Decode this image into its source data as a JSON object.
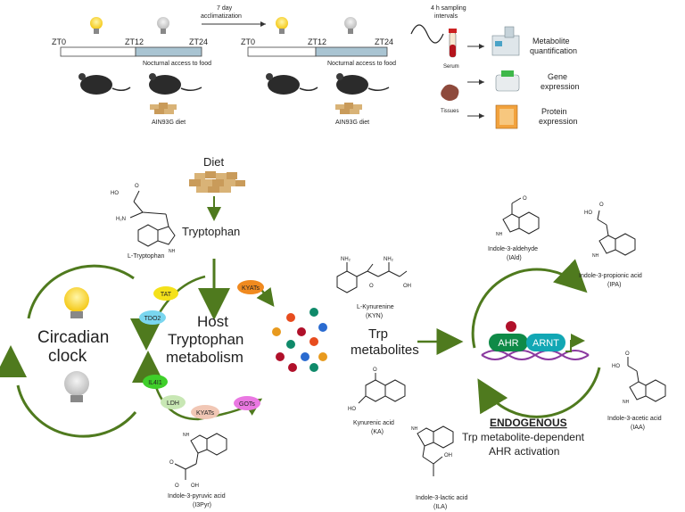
{
  "timeline": {
    "zt0": "ZT0",
    "zt12": "ZT12",
    "zt24": "ZT24",
    "nocturnal": "Nocturnal access to food",
    "diet": "AIN93G diet",
    "acclim_line1": "7 day",
    "acclim_line2": "acclimatization",
    "sampling_line1": "4 h sampling",
    "sampling_line2": "intervals",
    "serum": "Serum",
    "tissues": "Tissues",
    "out1_line1": "Metabolite",
    "out1_line2": "quantification",
    "out2_line1": "Gene",
    "out2_line2": "expression",
    "out3_line1": "Protein",
    "out3_line2": "expression"
  },
  "pathway": {
    "diet": "Diet",
    "tryptophan": "Tryptophan",
    "ltrp": "L-Tryptophan",
    "circadian_line1": "Circadian",
    "circadian_line2": "clock",
    "host_line1": "Host",
    "host_line2": "Tryptophan",
    "host_line3": "metabolism",
    "tat": "TAT",
    "tdo2": "TDO2",
    "il4i1": "IL4I1",
    "ldh": "LDH",
    "kyats": "KYATs",
    "gots": "GOTs",
    "kyats_top": "KYATs",
    "i3pyr_name": "Indole-3-pyruvic acid",
    "i3pyr_abbr": "(I3Pyr)",
    "kyn_name": "L-Kynurenine",
    "kyn_abbr": "(KYN)",
    "trp_met_line1": "Trp",
    "trp_met_line2": "metabolites",
    "ka_name": "Kynurenic acid",
    "ka_abbr": "(KA)",
    "ila_name": "Indole-3-lactic acid",
    "ila_abbr": "(ILA)",
    "iald_name": "Indole-3-aldehyde",
    "iald_abbr": "(IAld)",
    "ipa_name": "Indole-3-propionic acid",
    "ipa_abbr": "(IPA)",
    "iaa_name": "Indole-3-acetic acid",
    "iaa_abbr": "(IAA)",
    "ahr": "AHR",
    "arnt": "ARNT",
    "endogenous": "ENDOGENOUS",
    "ahr_line1": "Trp metabolite-dependent",
    "ahr_line2": "AHR activation"
  },
  "colors": {
    "green_arrow": "#4f7a1e",
    "timeline_bar": "#a9c4d2",
    "tat": "#f4e11a",
    "tdo2": "#7ad6ef",
    "il4i1": "#3fcf2a",
    "ldh": "#c8e7b4",
    "kyats": "#f1c7b5",
    "gots": "#ea78e2",
    "kyats_top": "#f08a1f",
    "ahr": "#0f8a47",
    "arnt": "#12a7b4",
    "ligand": "#b0102a"
  }
}
